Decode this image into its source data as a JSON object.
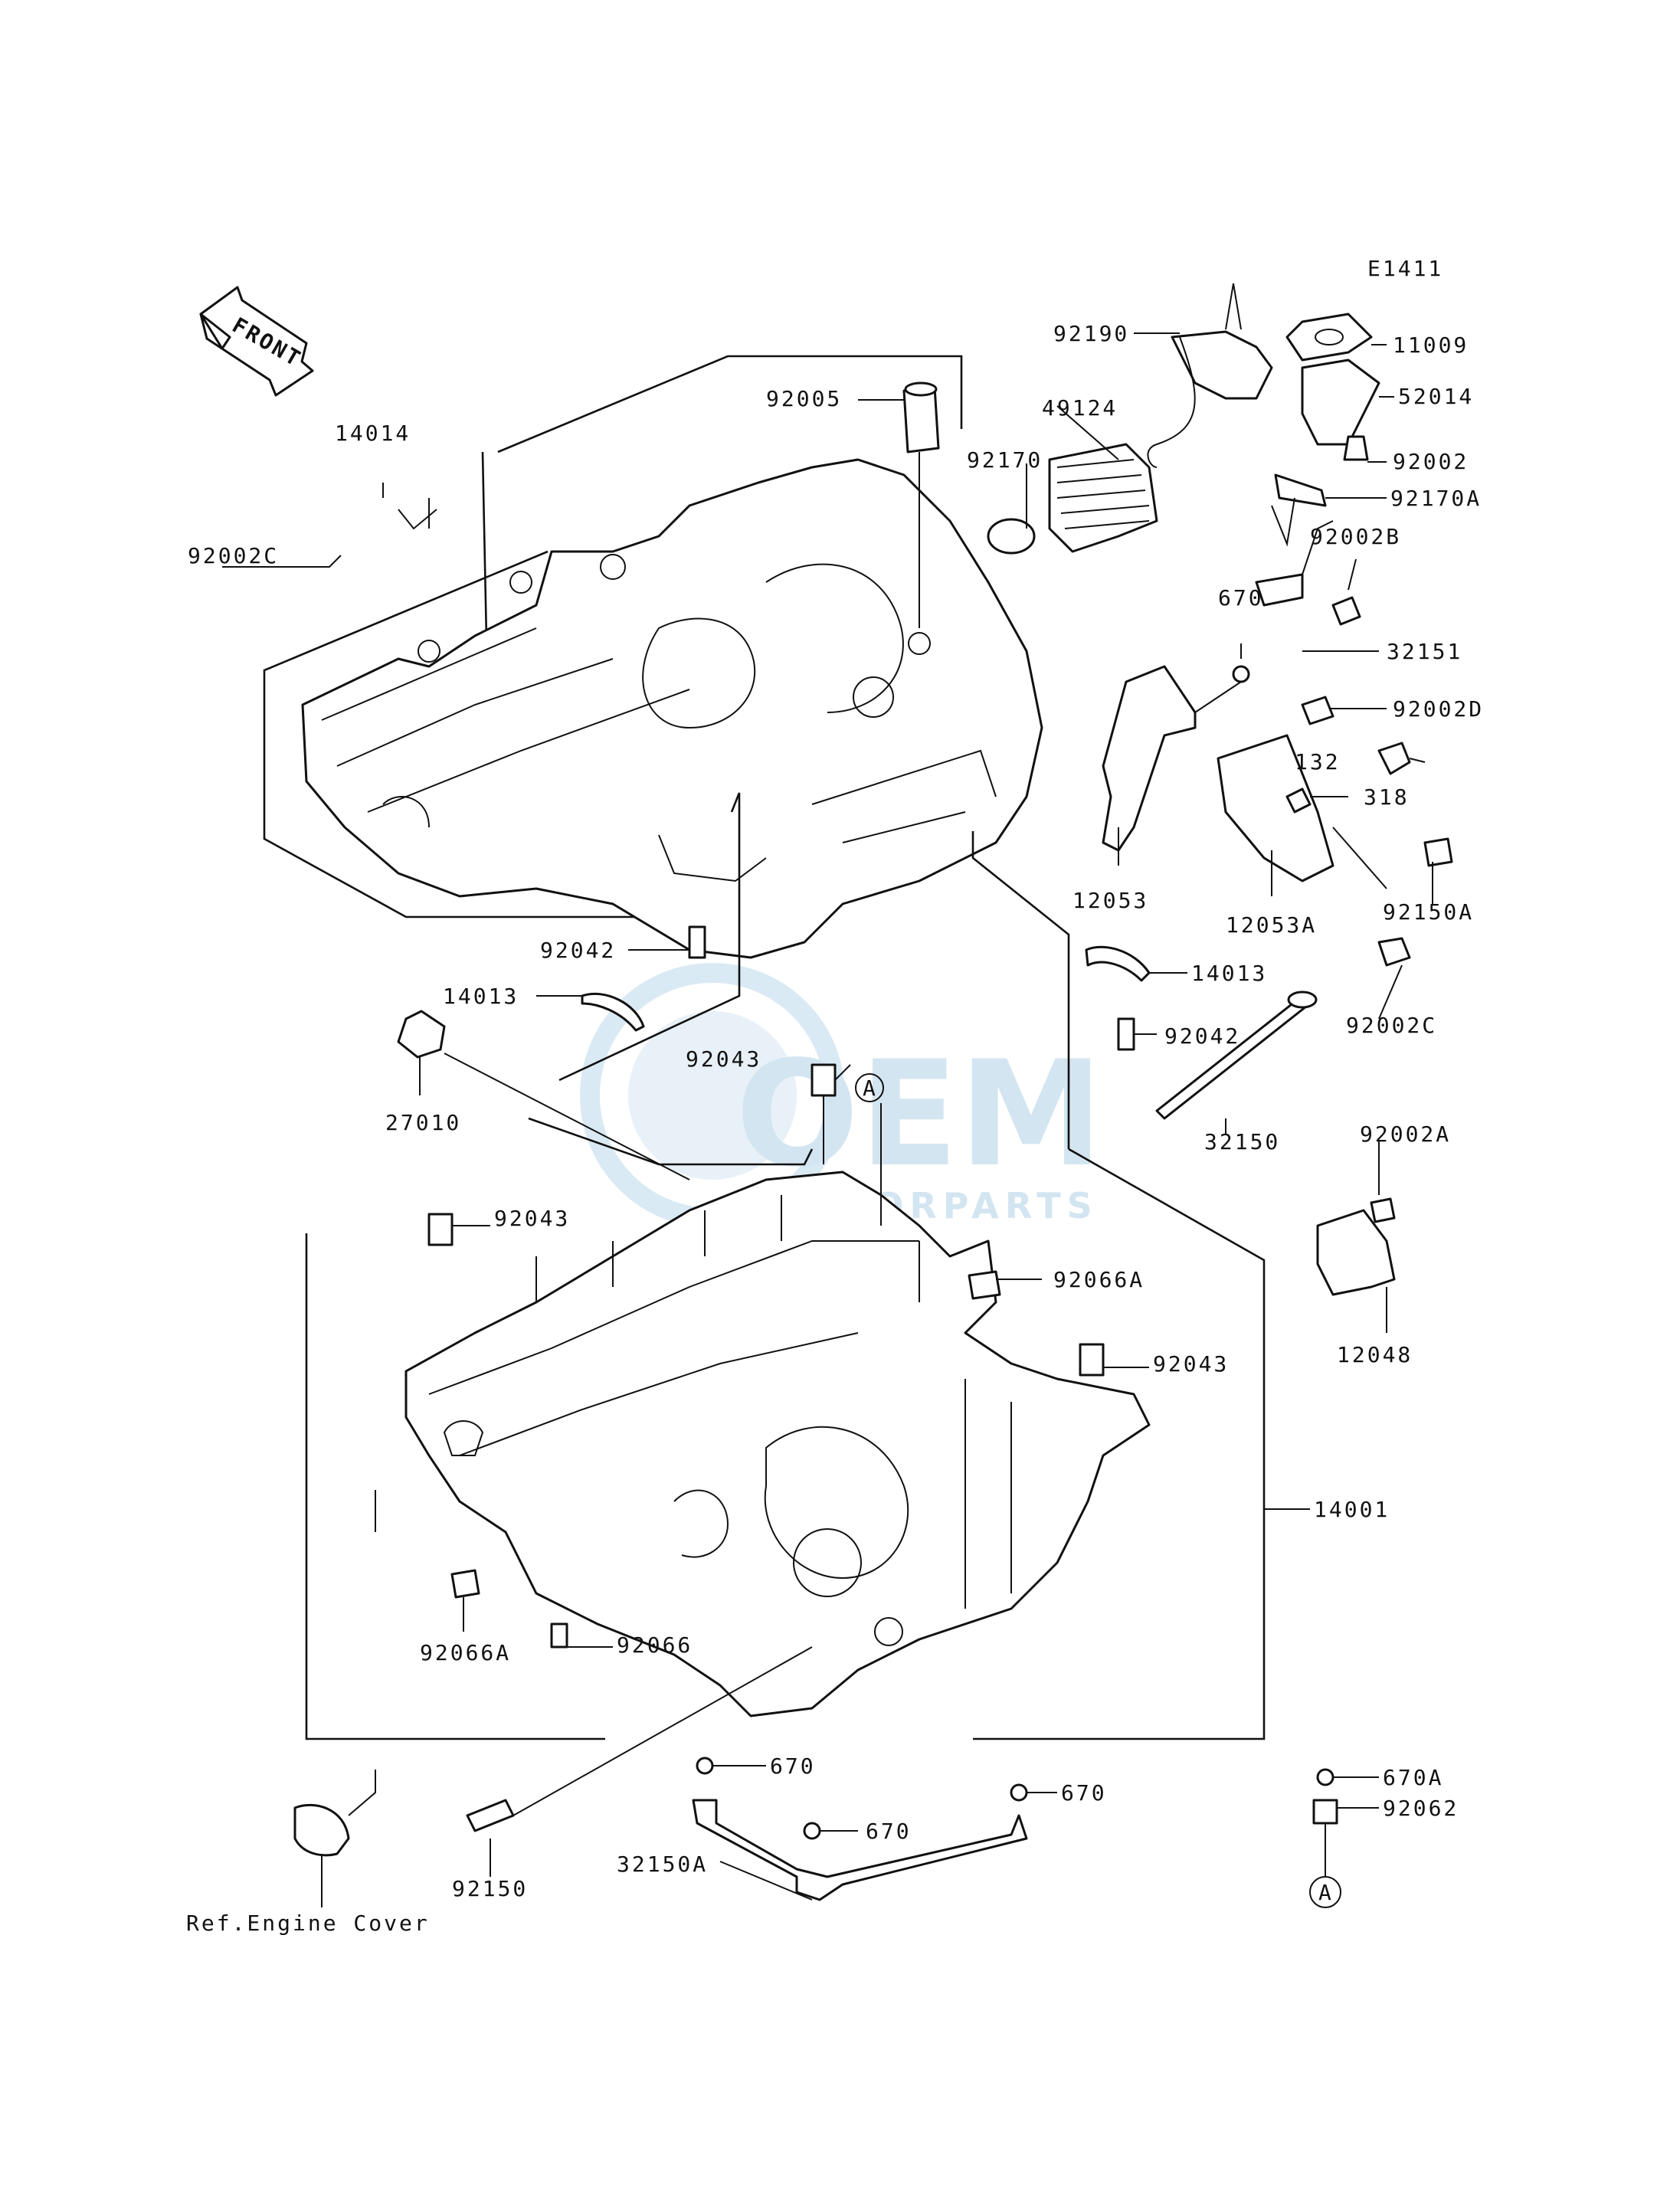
{
  "diagram": {
    "code": "E1411",
    "front_label": "FRONT",
    "ref_note": "Ref.Engine Cover",
    "marker": "A",
    "parts": [
      "14014",
      "92002C",
      "92005",
      "92170",
      "49124",
      "92190",
      "11009",
      "52014",
      "92002",
      "92170A",
      "92002B",
      "670",
      "32151",
      "92002D",
      "132",
      "318",
      "92150A",
      "12053",
      "12053A",
      "14013",
      "92042",
      "92043",
      "27010",
      "92002A",
      "32150",
      "12048",
      "92066A",
      "14001",
      "92066",
      "670A",
      "92062",
      "32150A",
      "92150"
    ]
  },
  "labels": {
    "code": "E1411",
    "p11009": "11009",
    "p52014": "52014",
    "p92002": "92002",
    "p92170A": "92170A",
    "p92002B": "92002B",
    "p32151": "32151",
    "p670a": "670",
    "p92002D": "92002D",
    "p132": "132",
    "p318": "318",
    "p92150A": "92150A",
    "p12053": "12053",
    "p12053A": "12053A",
    "p92190": "92190",
    "p49124": "49124",
    "p92170": "92170",
    "p92005": "92005",
    "p14014": "14014",
    "p92002C_a": "92002C",
    "p92042_a": "92042",
    "p14013_a": "14013",
    "p14013_b": "14013",
    "p92042_b": "92042",
    "p92002C_b": "92002C",
    "p27010": "27010",
    "p92043_a": "92043",
    "p32150": "32150",
    "p92002A": "92002A",
    "p92043_b": "92043",
    "p92066A_a": "92066A",
    "p12048": "12048",
    "p92043_c": "92043",
    "p14001": "14001",
    "p92066A_b": "92066A",
    "p92066": "92066",
    "p670_b": "670",
    "p670_c": "670",
    "p670_d": "670",
    "p670A": "670A",
    "p92062": "92062",
    "p32150A": "32150A",
    "p92150": "92150",
    "ref": "Ref.Engine Cover",
    "markerA1": "A",
    "markerA2": "A",
    "front": "FRONT"
  },
  "watermark": {
    "main": "OEM",
    "sub": "MOTORPARTS",
    "color": "#cfe3f0"
  }
}
